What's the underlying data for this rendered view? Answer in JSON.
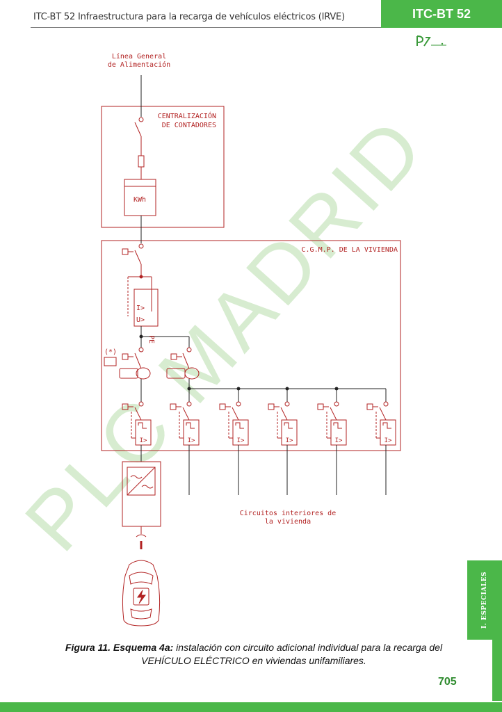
{
  "header": {
    "title": "ITC-BT 52 Infraestructura para la recarga de vehículos eléctricos (IRVE)",
    "badge": "ITC-BT 52"
  },
  "side_tab": {
    "label": "I. ESPECIALES"
  },
  "diagram": {
    "supply_label_1": "Línea General",
    "supply_label_2": "de Alimentación",
    "meter_box_label_1": "CENTRALIZACIÓN",
    "meter_box_label_2": "DE CONTADORES",
    "meter_label": "KWh",
    "cgmp_label": "C.G.M.P. DE LA VIVIENDA",
    "note_marker": "(*)",
    "circuits_label_1": "Circuitos interiores de",
    "circuits_label_2": "la vivienda",
    "breaker_mark": "I>",
    "voltage_mark": "U>",
    "pe_mark": "PE"
  },
  "watermark": "PLC MADRID",
  "caption": {
    "bold": "Figura 11. Esquema 4a:",
    "text": " instalación con circuito adicional individual para la recarga del",
    "line2": "VEHÍCULO ELÉCTRICO en viviendas unifamiliares."
  },
  "page_number": "705",
  "colors": {
    "accent": "#4bb749",
    "diagram_red": "#b22222",
    "watermark": "#cde8c4"
  }
}
